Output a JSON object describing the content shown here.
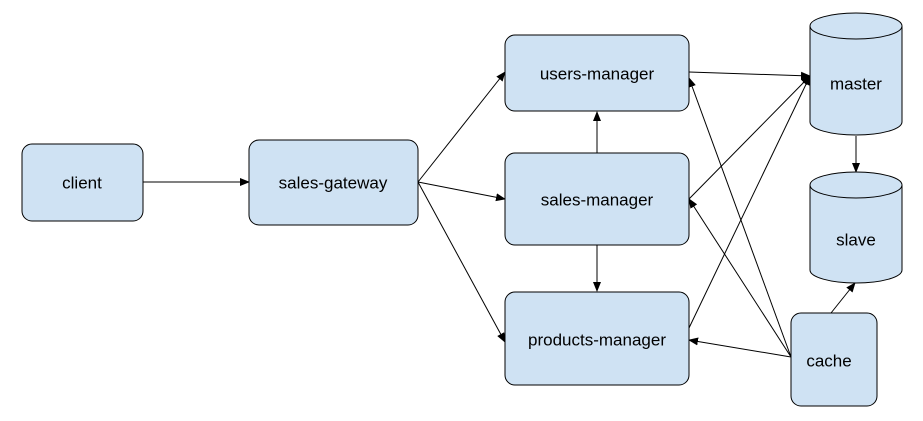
{
  "diagram": {
    "background": "#ffffff",
    "node_fill": "#cfe2f3",
    "stroke": "#000000",
    "nodes": {
      "client": {
        "label": "client",
        "shape": "rounded-rect"
      },
      "gateway": {
        "label": "sales-gateway",
        "shape": "rounded-rect"
      },
      "users": {
        "label": "users-manager",
        "shape": "rounded-rect"
      },
      "sales": {
        "label": "sales-manager",
        "shape": "rounded-rect"
      },
      "products": {
        "label": "products-manager",
        "shape": "rounded-rect"
      },
      "master": {
        "label": "master",
        "shape": "cylinder"
      },
      "slave": {
        "label": "slave",
        "shape": "cylinder"
      },
      "cache": {
        "label": "cache",
        "shape": "rounded-rect"
      }
    },
    "edges": [
      {
        "from": "client",
        "to": "sales-gateway"
      },
      {
        "from": "sales-gateway",
        "to": "users-manager"
      },
      {
        "from": "sales-gateway",
        "to": "sales-manager"
      },
      {
        "from": "sales-gateway",
        "to": "products-manager"
      },
      {
        "from": "sales-manager",
        "to": "users-manager"
      },
      {
        "from": "sales-manager",
        "to": "products-manager"
      },
      {
        "from": "users-manager",
        "to": "master"
      },
      {
        "from": "sales-manager",
        "to": "master"
      },
      {
        "from": "products-manager",
        "to": "master"
      },
      {
        "from": "master",
        "to": "slave"
      },
      {
        "from": "cache",
        "to": "slave"
      },
      {
        "from": "cache",
        "to": "users-manager"
      },
      {
        "from": "cache",
        "to": "sales-manager"
      },
      {
        "from": "cache",
        "to": "products-manager"
      }
    ]
  }
}
